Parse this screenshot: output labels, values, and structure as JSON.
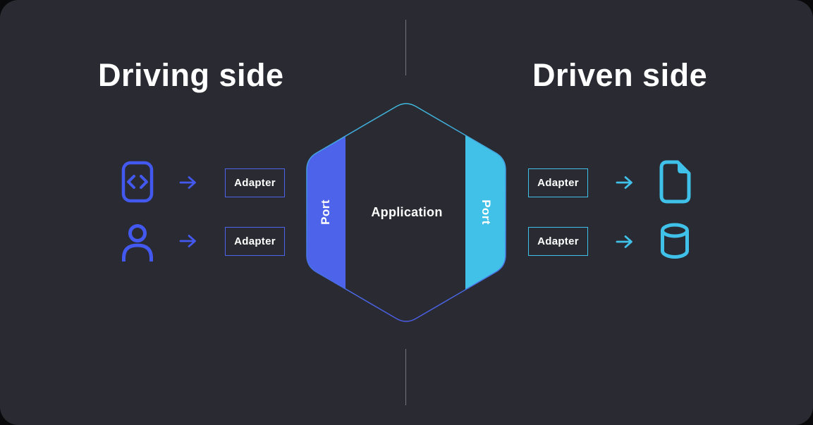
{
  "titles": {
    "driving": "Driving side",
    "driven": "Driven side"
  },
  "hexagon": {
    "application_label": "Application",
    "port_left_label": "Port",
    "port_right_label": "Port"
  },
  "driving": {
    "adapters": [
      "Adapter",
      "Adapter"
    ],
    "icons": [
      "code-device-icon",
      "user-icon"
    ]
  },
  "driven": {
    "adapters": [
      "Adapter",
      "Adapter"
    ],
    "icons": [
      "document-icon",
      "database-icon"
    ]
  },
  "icons": {
    "arrow": "arrow-right-icon"
  },
  "colors": {
    "panel_bg": "#2a2b32",
    "outer_bg": "#0a0a0c",
    "driving_blue": "#4358ef",
    "driving_band": "#4c63ea",
    "driven_cyan": "#3fc1e9",
    "driven_band": "#41c0e8",
    "outline_top": "#3fb9dd",
    "outline_bottom": "#4b5ce4",
    "divider_gray": "#74747c",
    "text_white": "#ffffff"
  }
}
